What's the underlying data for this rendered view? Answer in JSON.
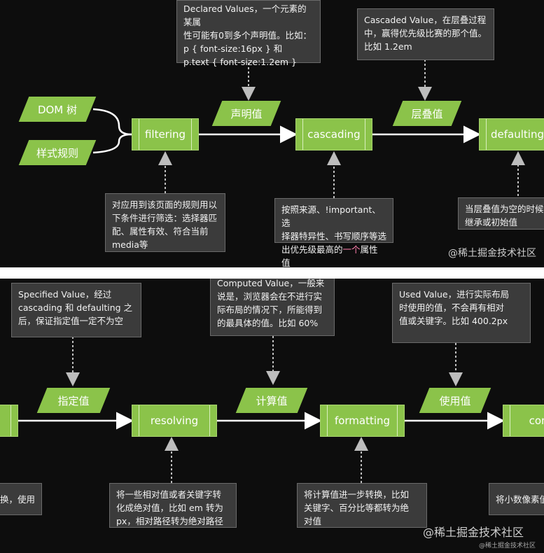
{
  "top": {
    "inputs": [
      "DOM 树",
      "样式规则"
    ],
    "steps": [
      "filtering",
      "cascading",
      "defaulting"
    ],
    "values": [
      "声明值",
      "层叠值"
    ],
    "notes": {
      "declared": "Declared Values，一个元素的某属\n性可能有0到多个声明值。比如：\np { font-size:16px } 和\np.text { font-size:1.2em }",
      "cascaded": "Cascaded Value，在层叠过程\n中，赢得优先级比赛的那个值。\n比如 1.2em",
      "filtering": "对应用到该页面的规则用以\n下条件进行筛选：选择器匹\n配、属性有效、符合当前\nmedia等",
      "cascading_pre": "按照来源、!important、选\n择器特异性、书写顺序等选\n出优先级最高的",
      "cascading_mark": "一个",
      "cascading_post": "属性值",
      "defaulting": "当层叠值为空的时候\n继承或初始值"
    },
    "watermark": "@稀土掘金技术社区"
  },
  "bottom": {
    "steps": [
      "resolving",
      "formatting",
      "cons"
    ],
    "values": [
      "指定值",
      "计算值",
      "使用值"
    ],
    "notes": {
      "specified": "Specified Value，经过\ncascading 和 defaulting 之\n后，保证指定值一定不为空",
      "computed": "Computed Value，一般来\n说是，浏览器会在不进行实\n际布局的情况下，所能得到\n的最具体的值。比如 60%",
      "used": "Used Value，进行实际布局\n时使用的值，不会再有相对\n值或关键字。比如 400.2px",
      "left_cut": "换，使用",
      "resolving": "将一些相对值或者关键字转\n化成绝对值，比如 em 转为\npx，相对路径转为绝对路径",
      "formatting": "将计算值进一步转换，比如\n关键字、百分比等都转为绝\n对值",
      "right_cut": "将小数像素值"
    },
    "watermark": "@稀土掘金技术社区",
    "watermark_small": "@稀土掘金技术社区"
  },
  "colors": {
    "accent": "#8bc34a",
    "background": "#0d0d0d",
    "note_bg": "#3b3b3b"
  }
}
